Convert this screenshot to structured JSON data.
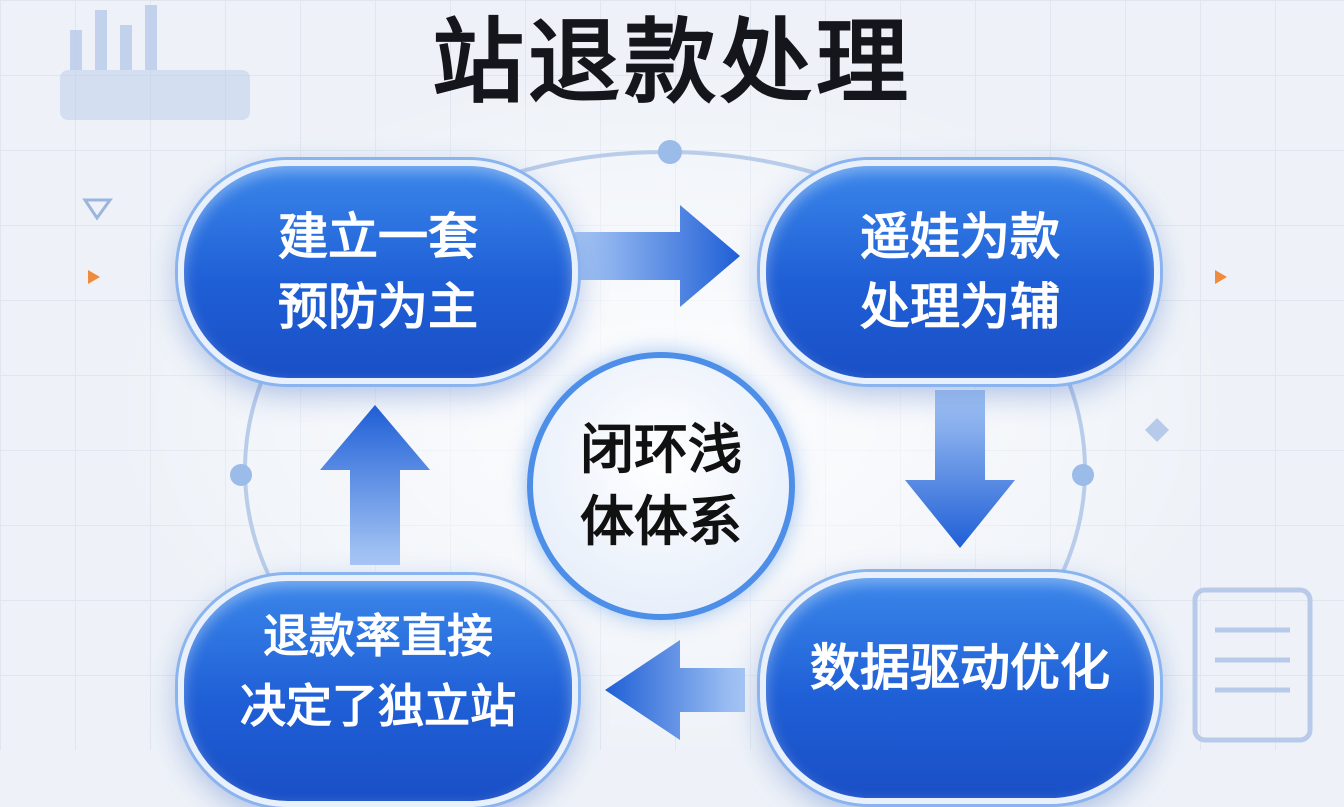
{
  "title": "站退款处理",
  "center": {
    "line1": "闭环浅",
    "line2": "体体系"
  },
  "steps": [
    {
      "line1": "建立一套",
      "line2": "预防为主"
    },
    {
      "line1": "遥娃为款",
      "line2": "处理为辅"
    },
    {
      "line1": "数据驱动优化"
    },
    {
      "line1": "退款率直接",
      "line2": "决定了独立站"
    }
  ],
  "colors": {
    "accent": "#1f5fd6",
    "ring": "#8ab4ef",
    "background": "#eef2f8",
    "title": "#14161c"
  }
}
